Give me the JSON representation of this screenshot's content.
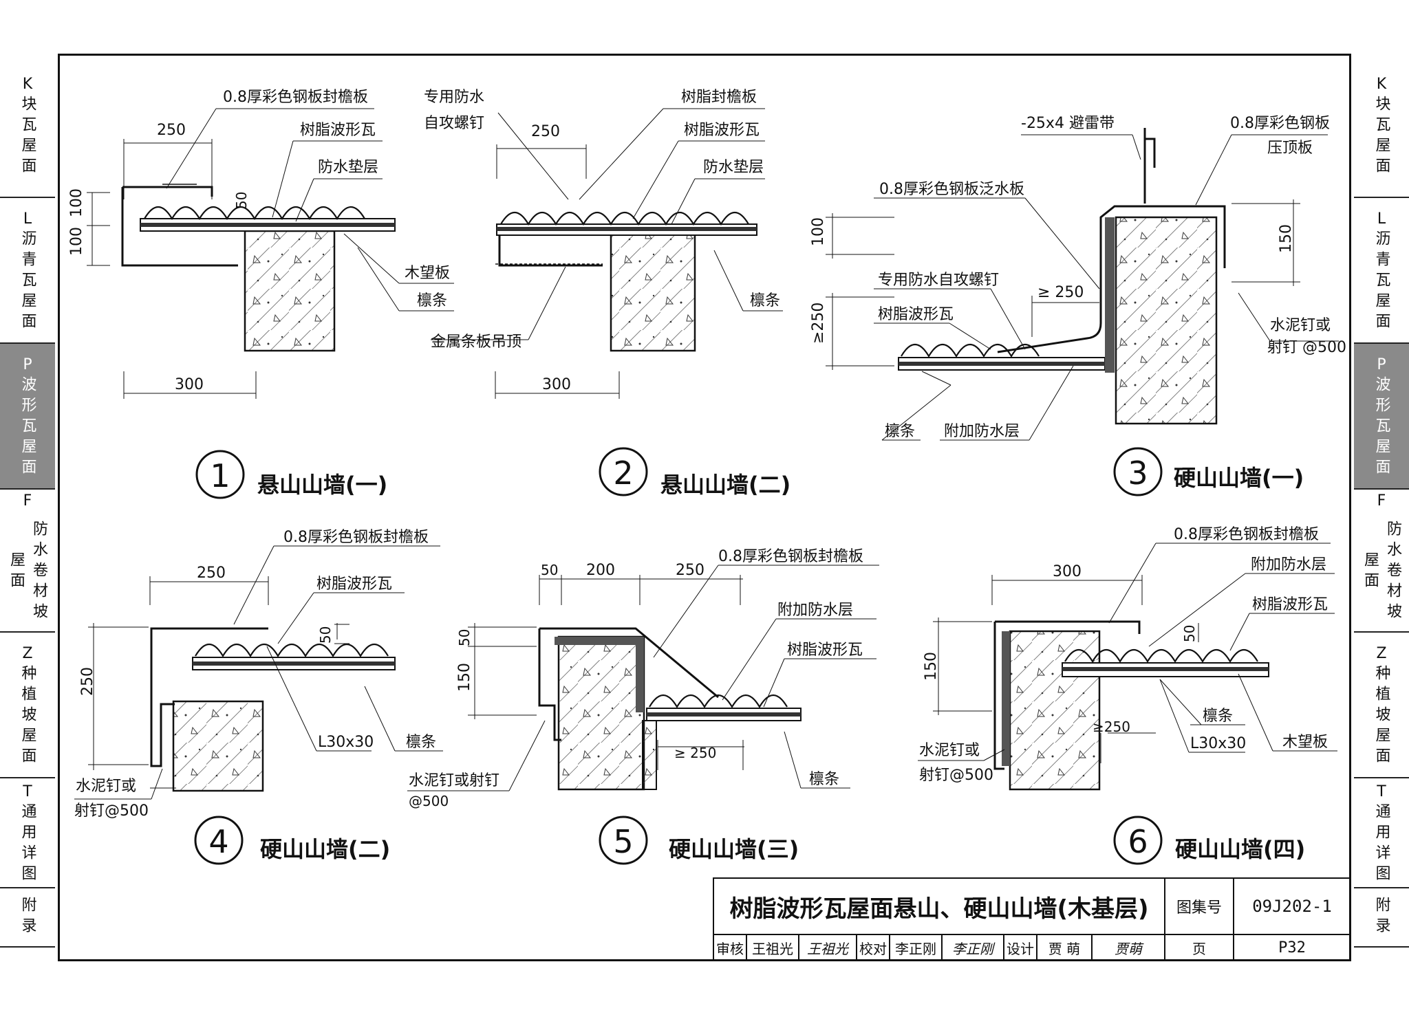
{
  "side_tabs": [
    {
      "code": "K",
      "label": "块瓦屋面",
      "active": false
    },
    {
      "code": "L",
      "label": "沥青瓦屋面",
      "active": false
    },
    {
      "code": "P",
      "label": "波形瓦屋面",
      "active": true
    },
    {
      "code": "F",
      "label": "防水卷材坡屋面",
      "active": false
    },
    {
      "code": "Z",
      "label": "种植坡屋面",
      "active": false
    },
    {
      "code": "T",
      "label": "通用详图",
      "active": false
    },
    {
      "code": "",
      "label": "附录",
      "active": false
    }
  ],
  "details": [
    {
      "number": "1",
      "title": "悬山山墙(一)",
      "labels": [
        "0.8厚彩色钢板封檐板",
        "树脂波形瓦",
        "防水垫层",
        "木望板",
        "檩条"
      ],
      "dims": [
        "250",
        "100",
        "100",
        "50",
        "300"
      ]
    },
    {
      "number": "2",
      "title": "悬山山墙(二)",
      "labels": [
        "专用防水",
        "自攻螺钉",
        "树脂封檐板",
        "树脂波形瓦",
        "防水垫层",
        "檩条",
        "金属条板吊顶"
      ],
      "dims": [
        "250",
        "300"
      ]
    },
    {
      "number": "3",
      "title": "硬山山墙(一)",
      "labels": [
        "-25x4 避雷带",
        "0.8厚彩色钢板",
        "压顶板",
        "0.8厚彩色钢板泛水板",
        "专用防水自攻螺钉",
        "树脂波形瓦",
        "檩条",
        "附加防水层",
        "水泥钉或",
        "射钉 @500"
      ],
      "dims": [
        "100",
        "≥250",
        "≥ 250",
        "150"
      ]
    },
    {
      "number": "4",
      "title": "硬山山墙(二)",
      "labels": [
        "0.8厚彩色钢板封檐板",
        "树脂波形瓦",
        "L30x30",
        "檩条",
        "水泥钉或",
        "射钉@500"
      ],
      "dims": [
        "250",
        "250",
        "50"
      ]
    },
    {
      "number": "5",
      "title": "硬山山墙(三)",
      "labels": [
        "0.8厚彩色钢板封檐板",
        "附加防水层",
        "树脂波形瓦",
        "檩条",
        "水泥钉或射钉",
        "@500"
      ],
      "dims": [
        "50",
        "200",
        "250",
        "50",
        "150",
        "≥ 250"
      ]
    },
    {
      "number": "6",
      "title": "硬山山墙(四)",
      "labels": [
        "0.8厚彩色钢板封檐板",
        "附加防水层",
        "树脂波形瓦",
        "檩条",
        "L30x30",
        "木望板",
        "水泥钉或",
        "射钉@500"
      ],
      "dims": [
        "300",
        "150",
        "50",
        "≥250"
      ]
    }
  ],
  "title_block": {
    "title": "树脂波形瓦屋面悬山、硬山山墙(木基层)",
    "atlas_label": "图集号",
    "atlas_no": "09J202-1",
    "review_label": "审核",
    "reviewer": "王祖光",
    "reviewer_sign": "王祖光",
    "check_label": "校对",
    "checker": "李正刚",
    "checker_sign": "李正刚",
    "design_label": "设计",
    "designer": "贾 萌",
    "designer_sign": "贾萌",
    "page_label": "页",
    "page_no": "P32"
  }
}
